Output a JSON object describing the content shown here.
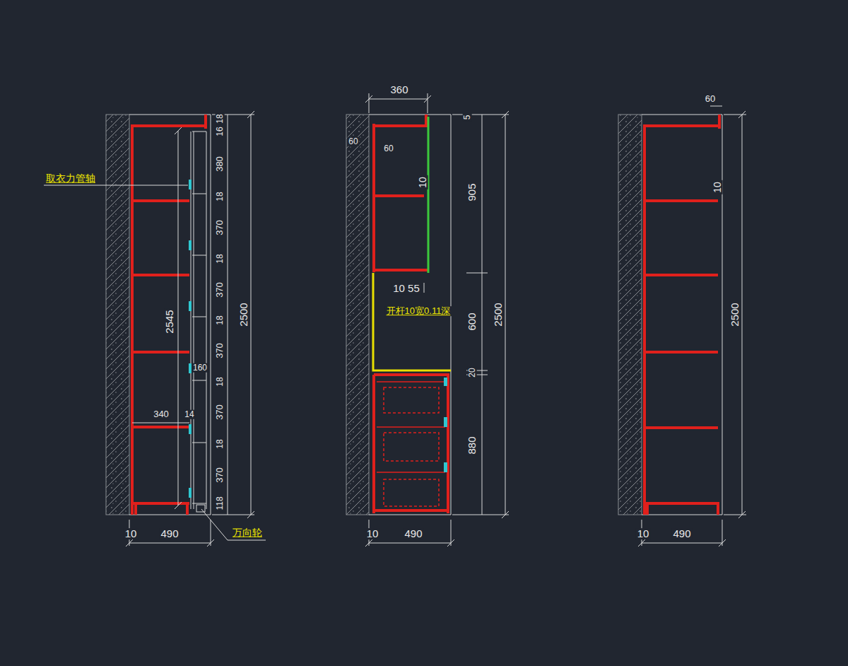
{
  "diagram": {
    "labels": [
      "取衣力管轴",
      "2545",
      "340",
      "14",
      "160",
      "18",
      "16",
      "380",
      "18",
      "370",
      "18",
      "370",
      "18",
      "370",
      "18",
      "370",
      "18",
      "370",
      "118",
      "2500",
      "10",
      "490",
      "万向轮",
      "360",
      "60",
      "60",
      "10",
      "5",
      "905",
      "10 55",
      "开杆10宽0.11深",
      "600",
      "2500",
      "20",
      "880",
      "10",
      "490",
      "60",
      "10",
      "2500",
      "10",
      "490"
    ]
  }
}
